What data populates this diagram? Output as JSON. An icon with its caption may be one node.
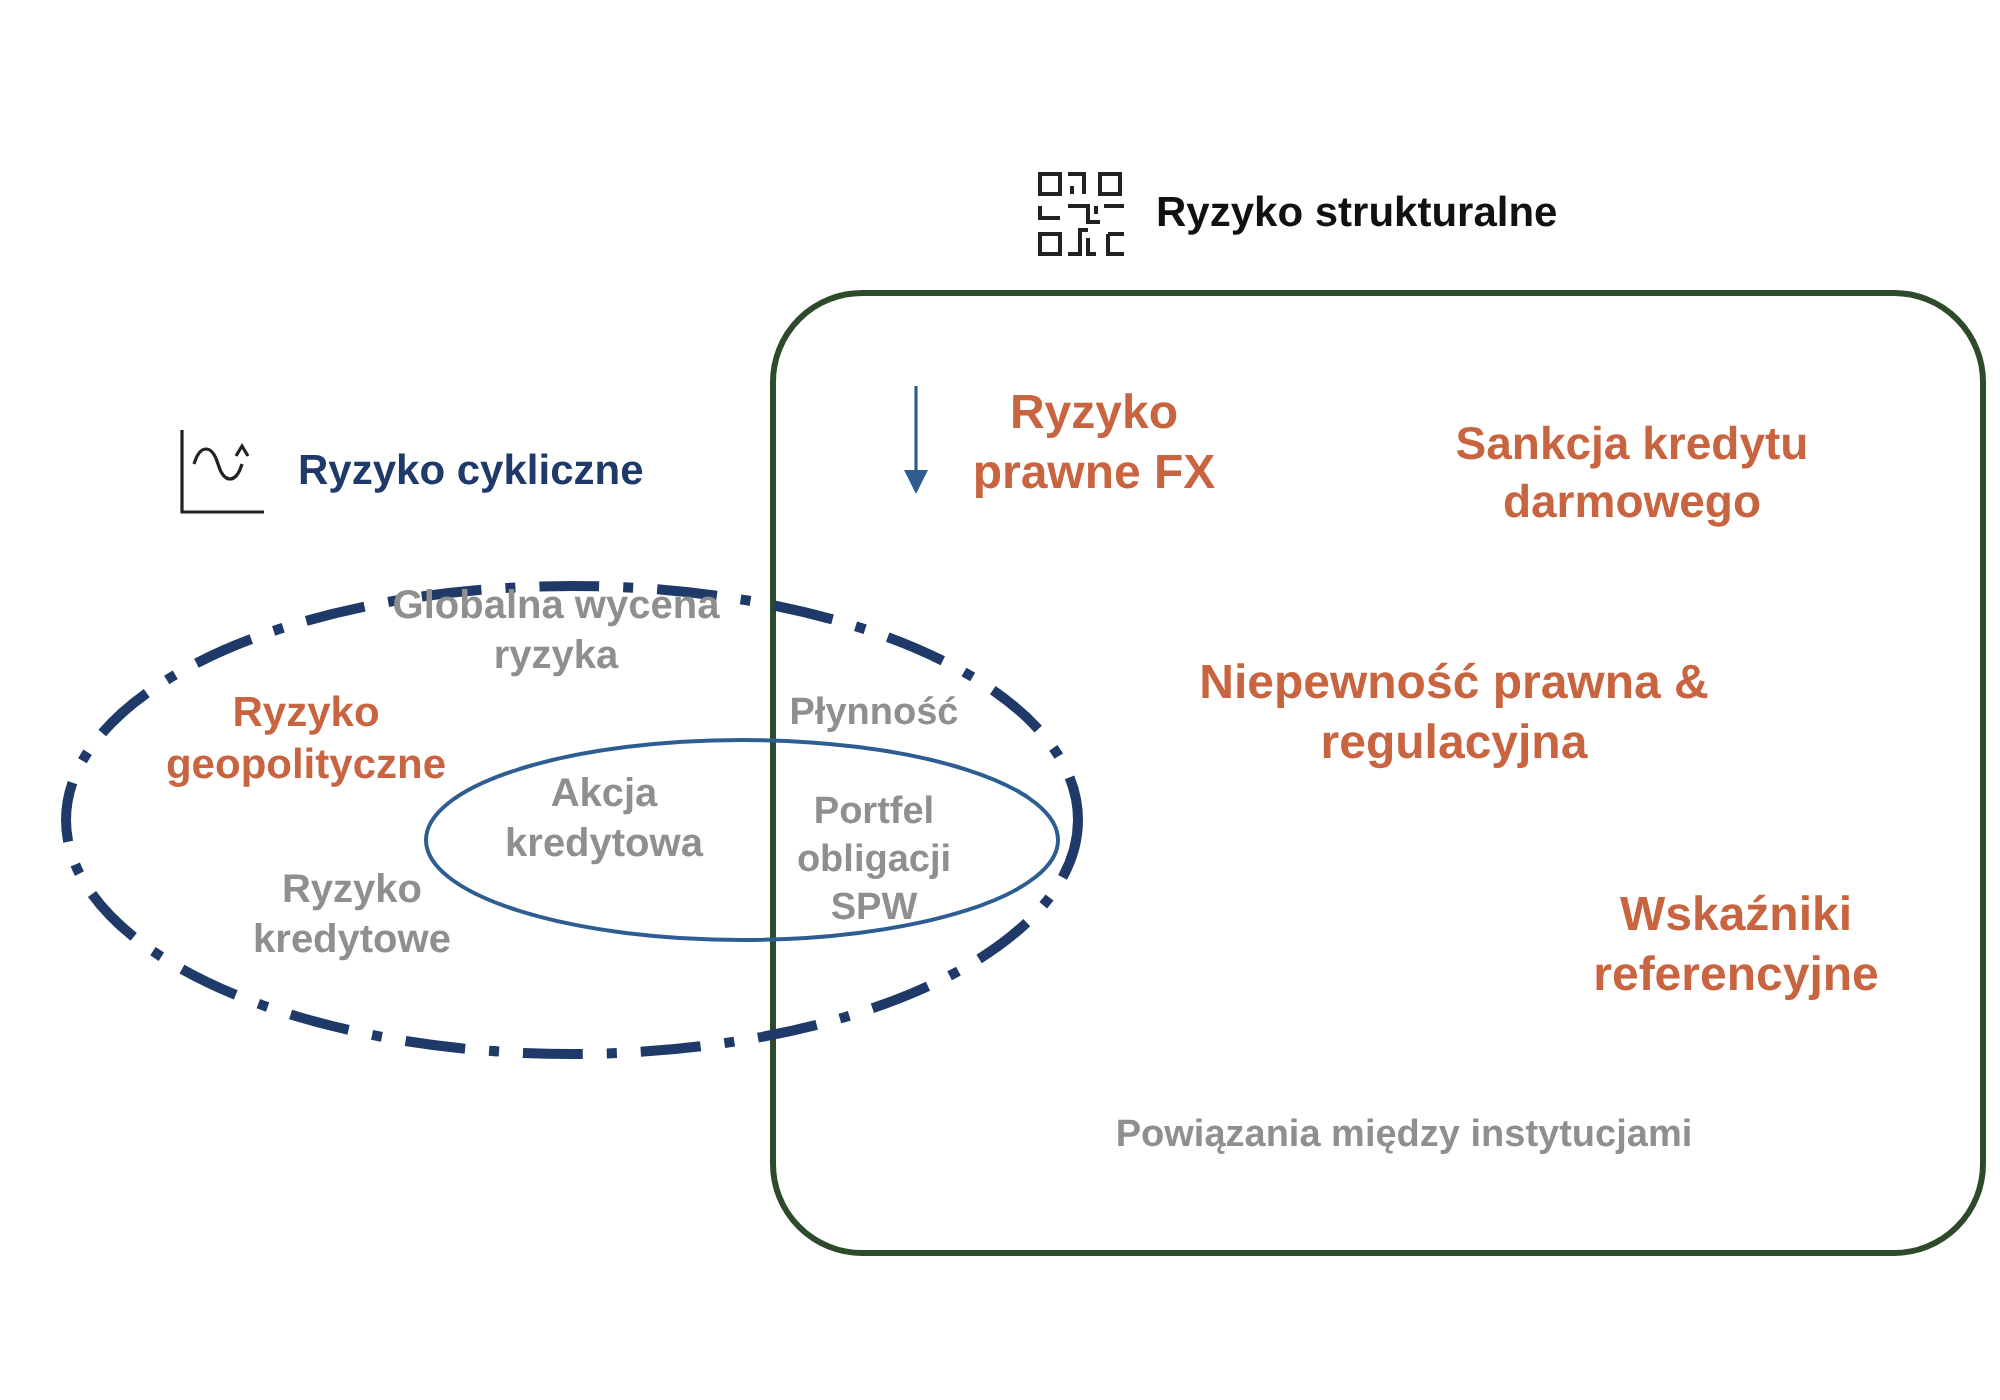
{
  "diagram": {
    "nodes": [
      {
        "text": [
          "Ryzyko strukturalne",
          "Ryzyko prawne FX",
          "Sankcja kredytu darmowego",
          "Niepewność prawna & regulacyjna",
          "Wskaźniki referencyjne",
          "Powiązania między instytucjami"
        ]
      },
      {
        "text": [
          "Ryzyko cykliczne",
          "Globalna wycena ryzyka",
          "Ryzyko geopolityczne",
          "Ryzyko kredytowe"
        ]
      },
      {
        "text": [
          "Akcja kredytowa"
        ],
        "in": 1
      }
    ],
    "labels": [
      "Płynność",
      "Portfel obligacji SPW"
    ]
  }
}
